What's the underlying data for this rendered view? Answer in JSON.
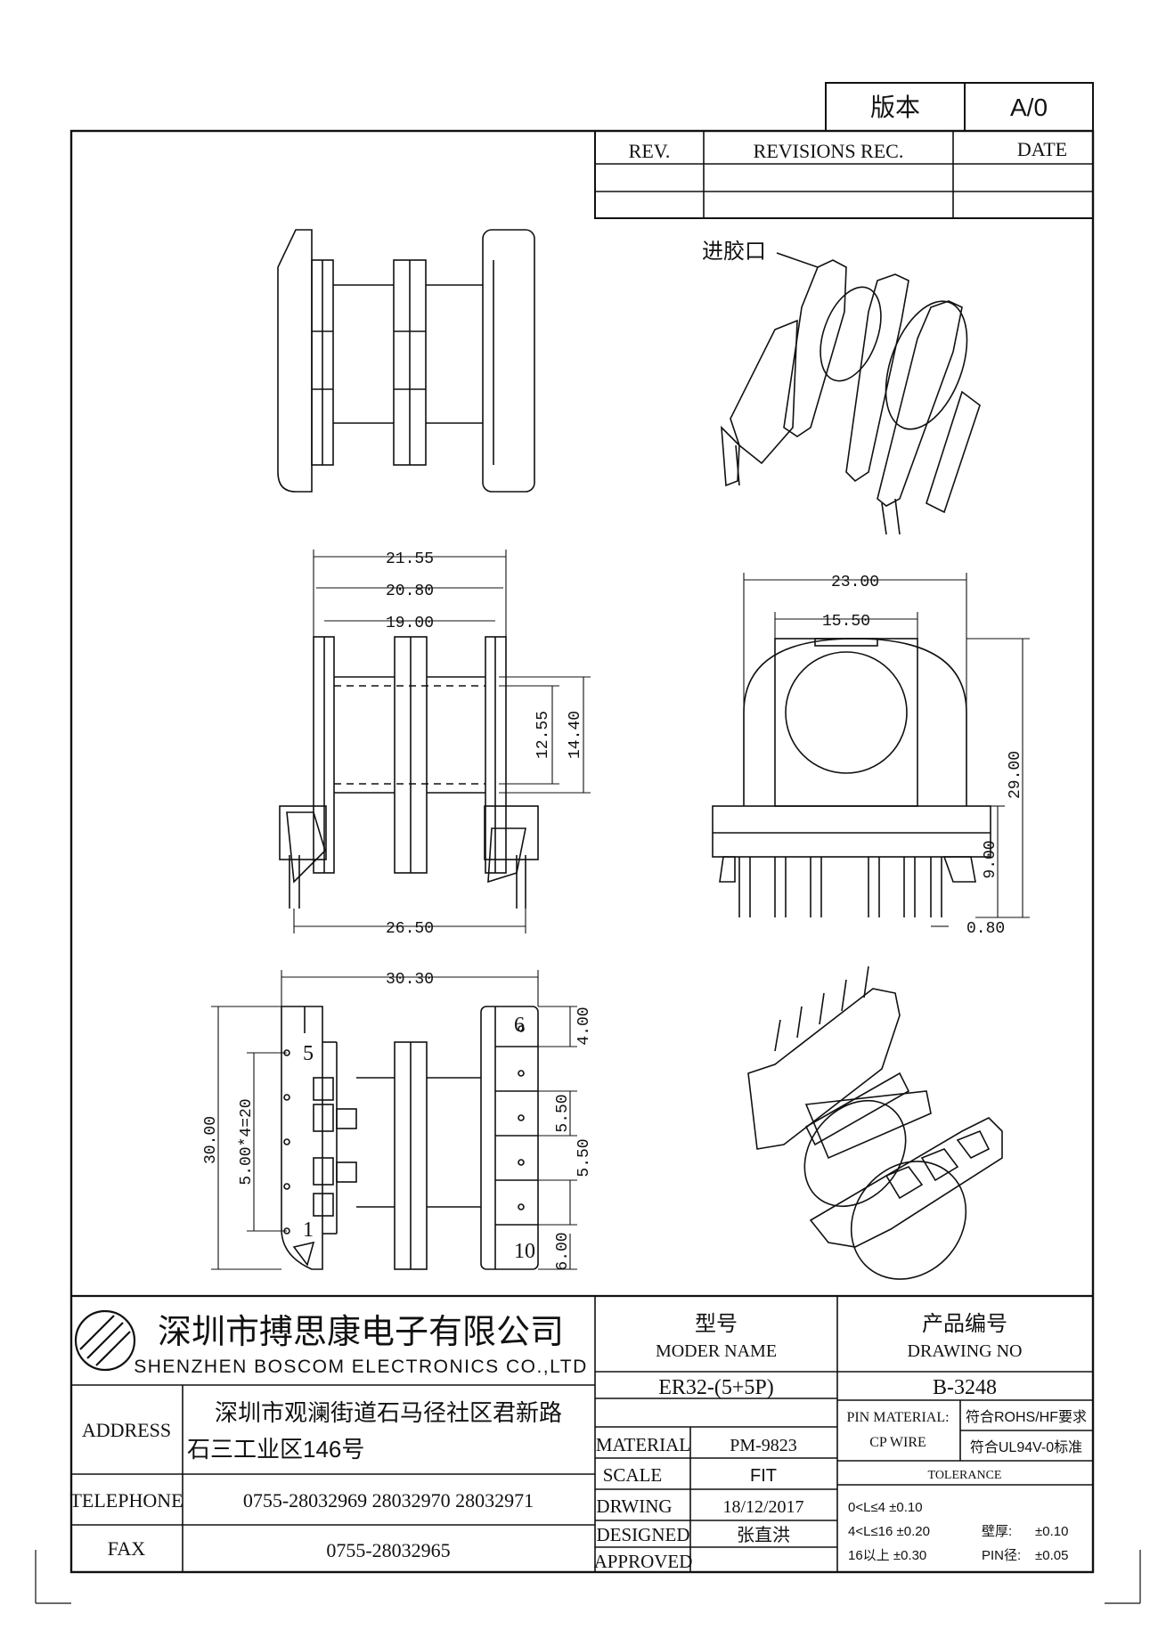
{
  "version_box": {
    "label": "版本",
    "value": "A/0"
  },
  "revision_table": {
    "col_rev": "REV.",
    "col_rec": "REVISIONS REC.",
    "col_date": "DATE"
  },
  "drawing": {
    "gate_label": "进胶口",
    "dims": {
      "A": "21.55",
      "B": "20.80",
      "C": "19.00",
      "D": "12.55",
      "E": "14.40",
      "F": "26.50",
      "H": "23.00",
      "G": "15.50",
      "I": "29.00",
      "J": "9.00",
      "K": "0.80",
      "L": "30.30",
      "M": "5.00*4=20",
      "N": "30.00",
      "O": "4.00",
      "P": "5.50",
      "Q": "5.50",
      "R": "6.00"
    },
    "pins": {
      "p1": "1",
      "p5": "5",
      "p6": "6",
      "p10": "10"
    }
  },
  "title_block": {
    "company_cn": "深圳市搏思康电子有限公司",
    "company_en": "SHENZHEN BOSCOM ELECTRONICS CO.,LTD",
    "address_label": "ADDRESS",
    "address_line1": "深圳市观澜街道石马径社区君新路",
    "address_line2": "石三工业区146号",
    "telephone_label": "TELEPHONE",
    "telephone": "0755-28032969 28032970 28032971",
    "fax_label": "FAX",
    "fax": "0755-28032965",
    "model_cn": "型号",
    "model_en": "MODER NAME",
    "model_value": "ER32-(5+5P)",
    "drawing_no_cn": "产品编号",
    "drawing_no_en": "DRAWING NO",
    "drawing_no_value": "B-3248",
    "material_label": "MATERIAL",
    "material_value": "PM-9823",
    "scale_label": "SCALE",
    "scale_value": "FIT",
    "drawing_label": "DRWING",
    "drawing_date": "18/12/2017",
    "designed_label": "DESIGNED",
    "designed_value": "张直洪",
    "approved_label": "APPROVED",
    "pin_material_label": "PIN MATERIAL:",
    "pin_material_value": "CP WIRE",
    "rohs": "符合ROHS/HF要求",
    "ul": "符合UL94V-0标准",
    "tolerance_label": "TOLERANCE",
    "tol1": "0<L≤4  ±0.10",
    "tol2": "4<L≤16  ±0.20",
    "tol3": "16以上    ±0.30",
    "wall_label": "壁厚:",
    "wall_value": "±0.10",
    "pin_dia_label": "PIN径:",
    "pin_dia_value": "±0.05"
  }
}
